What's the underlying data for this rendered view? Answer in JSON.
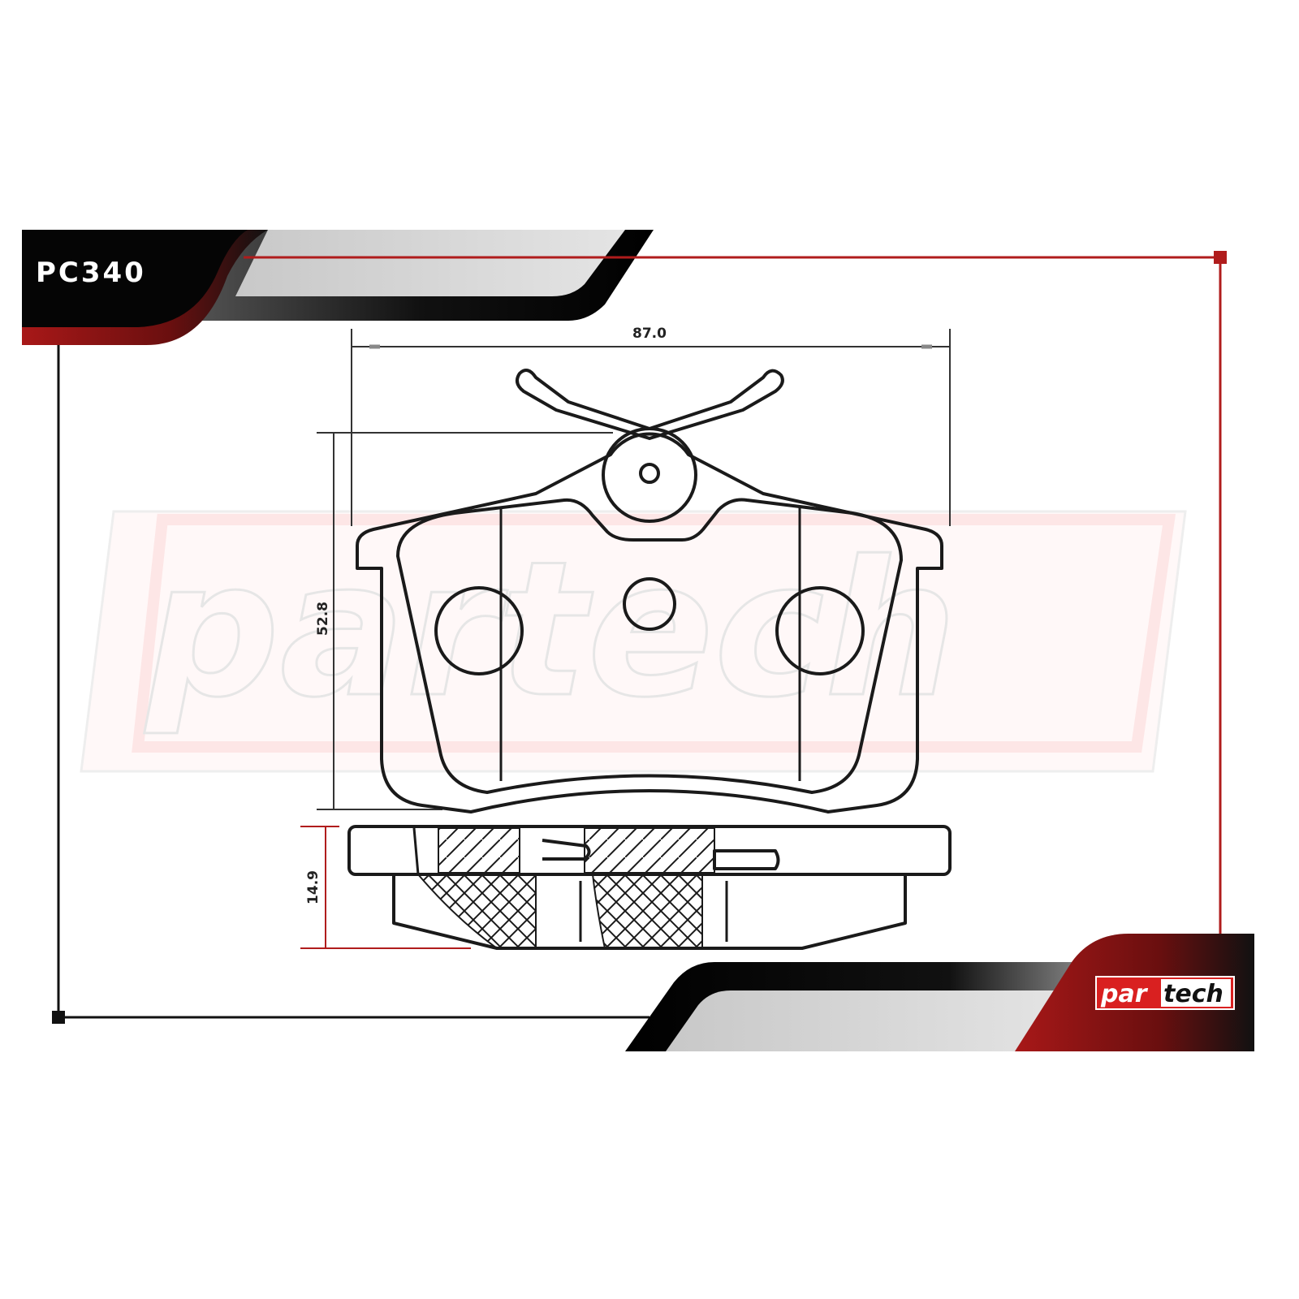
{
  "part_code": "PC340",
  "dimensions": {
    "width": "87.0",
    "height": "52.8",
    "thickness": "14.9"
  },
  "brand": {
    "logo_text": "partech",
    "watermark_text": "partech"
  },
  "colors": {
    "accent_red": "#b01c1c",
    "dark": "#111111",
    "band_grey": "#d4d4d4"
  }
}
